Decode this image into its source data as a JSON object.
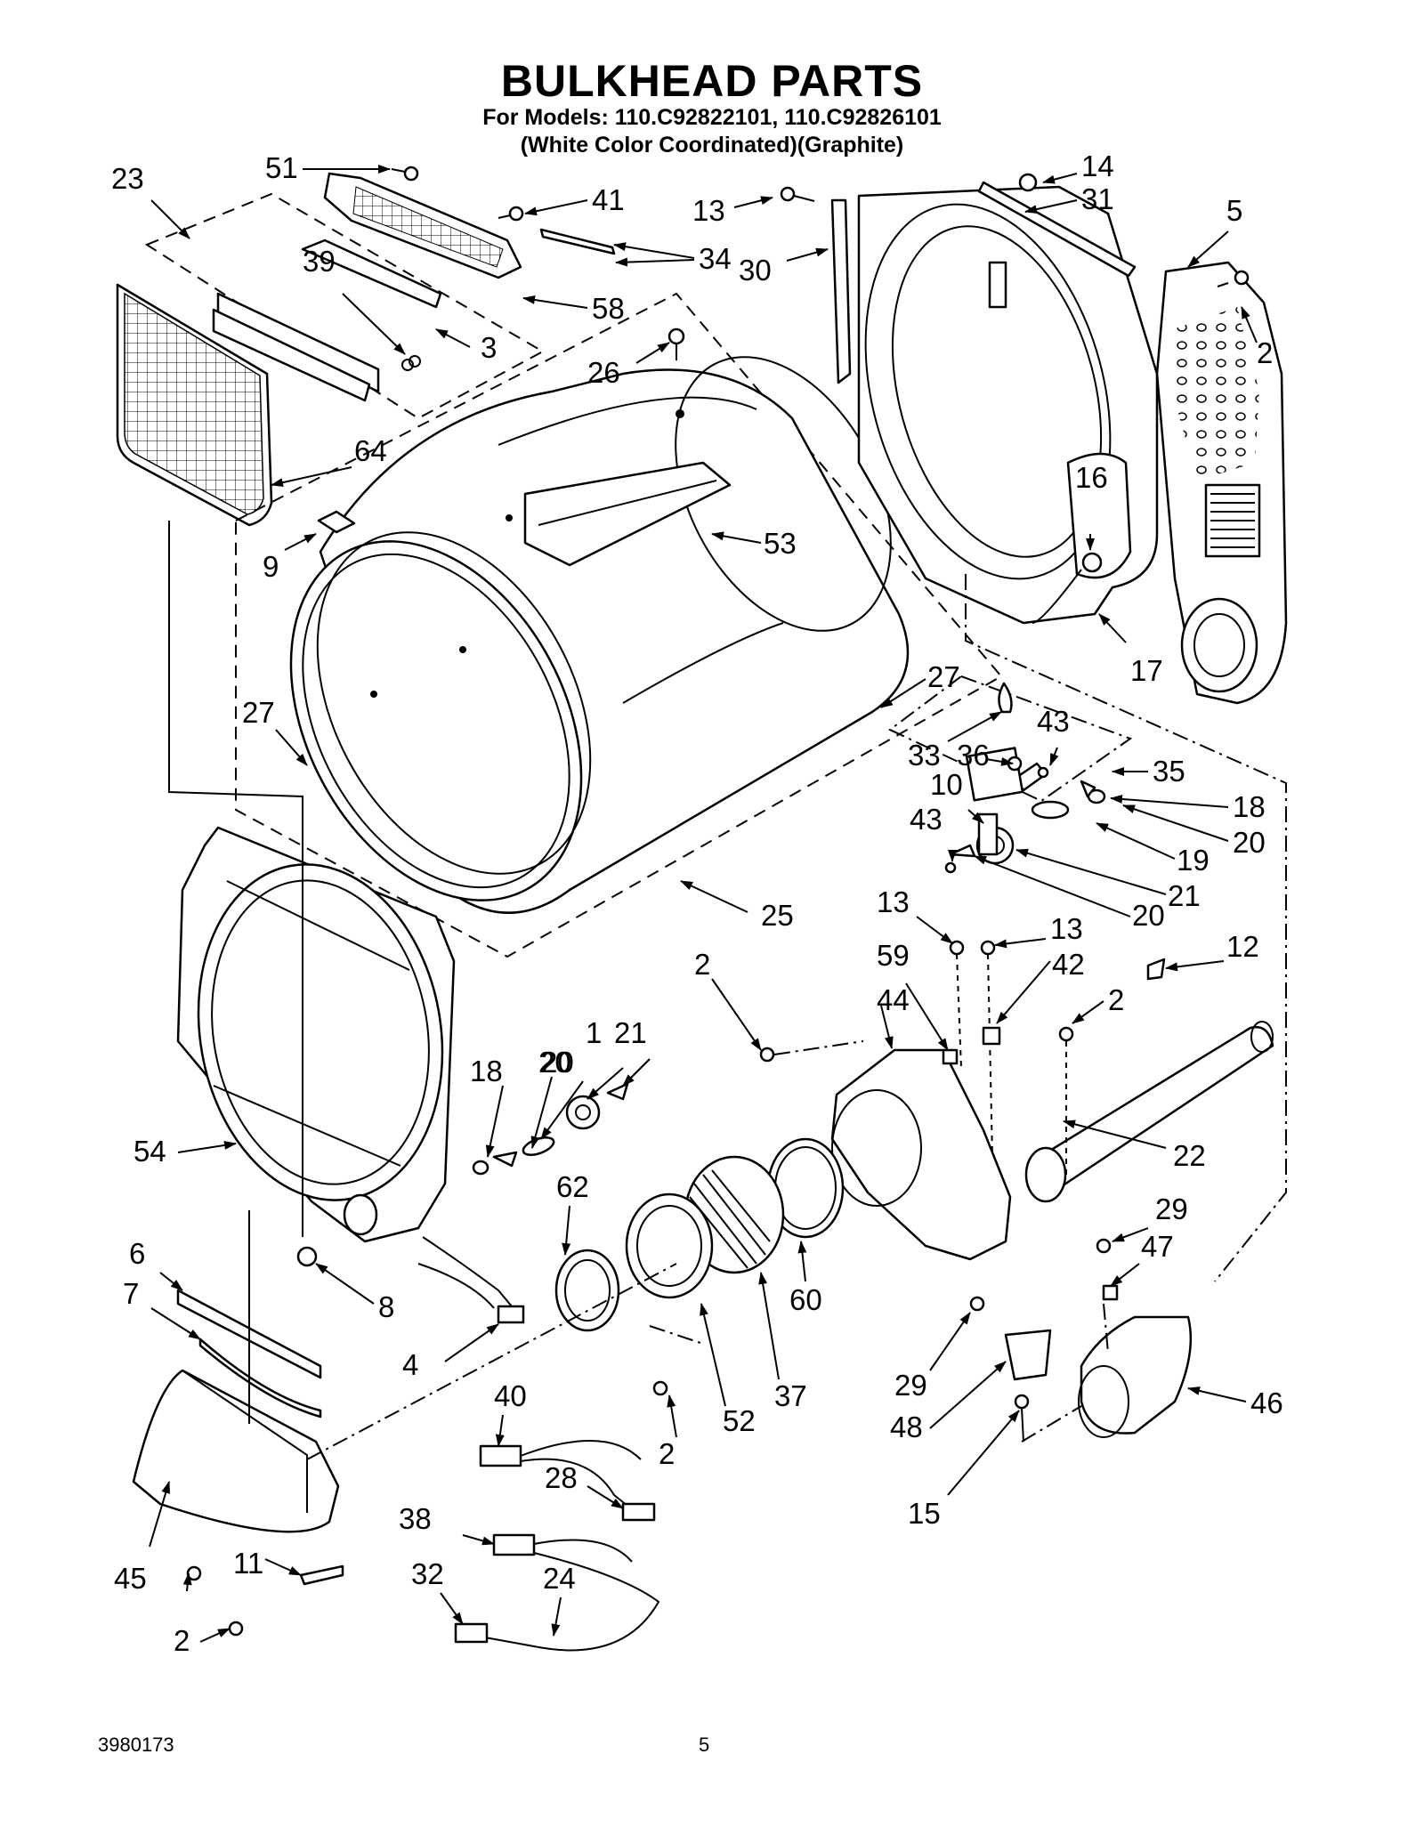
{
  "header": {
    "title": "BULKHEAD PARTS",
    "models_line": "For Models: 110.C92822101, 110.C92826101",
    "color_line": "(White Color Coordinated)(Graphite)"
  },
  "footer": {
    "doc_number": "3980173",
    "page_number": "5"
  },
  "callouts": [
    "23",
    "51",
    "41",
    "13",
    "14",
    "31",
    "5",
    "34",
    "39",
    "58",
    "30",
    "3",
    "26",
    "2",
    "64",
    "53",
    "16",
    "9",
    "17",
    "27",
    "27",
    "33",
    "43",
    "36",
    "35",
    "10",
    "18",
    "43",
    "20",
    "19",
    "21",
    "20",
    "25",
    "13",
    "13",
    "59",
    "42",
    "12",
    "2",
    "44",
    "20",
    "18",
    "20",
    "1",
    "21",
    "2",
    "22",
    "54",
    "62",
    "29",
    "6",
    "47",
    "8",
    "60",
    "7",
    "4",
    "52",
    "37",
    "29",
    "46",
    "48",
    "40",
    "2",
    "28",
    "15",
    "38",
    "32",
    "24",
    "45",
    "11",
    "2"
  ]
}
